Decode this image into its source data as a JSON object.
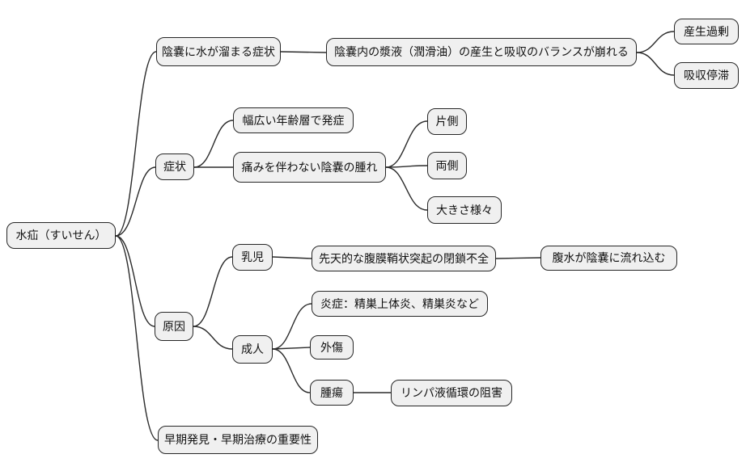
{
  "diagram": {
    "type": "mindmap",
    "language": "ja",
    "topic": "hydrocele",
    "colors": {
      "background": "#ffffff",
      "node_fill": "#f0f0f0",
      "node_border": "#262626",
      "edge": "#2b2b2b",
      "text": "#111111"
    },
    "nodes": {
      "root": {
        "label": "水疝（すいせん）"
      },
      "overview": {
        "label": "陰嚢に水が溜まる症状"
      },
      "overview_mechanism": {
        "label": "陰嚢内の漿液（潤滑油）の産生と吸収のバランスが崩れる"
      },
      "overproduction": {
        "label": "産生過剰"
      },
      "absorption_stagnation": {
        "label": "吸収停滞"
      },
      "symptoms": {
        "label": "症状"
      },
      "age_range": {
        "label": "幅広い年齢層で発症"
      },
      "painless_swelling": {
        "label": "痛みを伴わない陰嚢の腫れ"
      },
      "unilateral": {
        "label": "片側"
      },
      "bilateral": {
        "label": "両側"
      },
      "various_sizes": {
        "label": "大きさ様々"
      },
      "causes": {
        "label": "原因"
      },
      "infants": {
        "label": "乳児"
      },
      "congenital_defect": {
        "label": "先天的な腹膜鞘状突起の閉鎖不全"
      },
      "ascites_inflow": {
        "label": "腹水が陰嚢に流れ込む"
      },
      "adults": {
        "label": "成人"
      },
      "inflammation": {
        "label": "炎症：精巣上体炎、精巣炎など"
      },
      "trauma": {
        "label": "外傷"
      },
      "tumor": {
        "label": "腫瘍"
      },
      "lymph_obstruction": {
        "label": "リンパ液循環の阻害"
      },
      "early_detection": {
        "label": "早期発見・早期治療の重要性"
      }
    },
    "edges": [
      {
        "from": "root",
        "to": "overview"
      },
      {
        "from": "root",
        "to": "symptoms"
      },
      {
        "from": "root",
        "to": "causes"
      },
      {
        "from": "root",
        "to": "early_detection"
      },
      {
        "from": "overview",
        "to": "overview_mechanism"
      },
      {
        "from": "overview_mechanism",
        "to": "overproduction"
      },
      {
        "from": "overview_mechanism",
        "to": "absorption_stagnation"
      },
      {
        "from": "symptoms",
        "to": "age_range"
      },
      {
        "from": "symptoms",
        "to": "painless_swelling"
      },
      {
        "from": "painless_swelling",
        "to": "unilateral"
      },
      {
        "from": "painless_swelling",
        "to": "bilateral"
      },
      {
        "from": "painless_swelling",
        "to": "various_sizes"
      },
      {
        "from": "causes",
        "to": "infants"
      },
      {
        "from": "causes",
        "to": "adults"
      },
      {
        "from": "infants",
        "to": "congenital_defect"
      },
      {
        "from": "congenital_defect",
        "to": "ascites_inflow"
      },
      {
        "from": "adults",
        "to": "inflammation"
      },
      {
        "from": "adults",
        "to": "trauma"
      },
      {
        "from": "adults",
        "to": "tumor"
      },
      {
        "from": "tumor",
        "to": "lymph_obstruction"
      }
    ]
  }
}
